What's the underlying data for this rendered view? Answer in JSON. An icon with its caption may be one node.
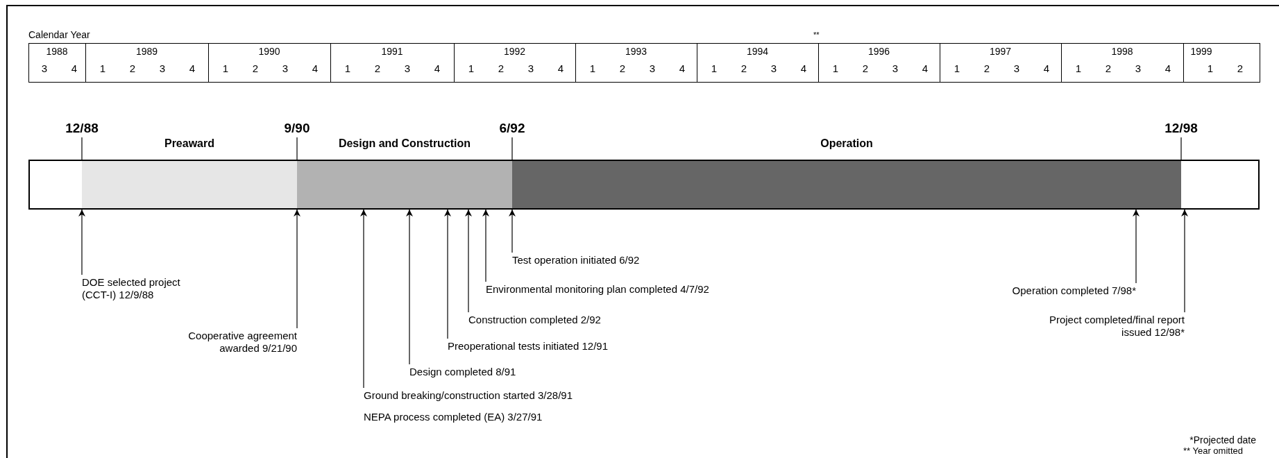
{
  "diagram": {
    "nodes": [
      {
        "text": [],
        "shape": "bar"
      },
      {
        "text": [],
        "shape": "bar",
        "in": 0,
        "beside": [
          "Preaward"
        ]
      },
      {
        "text": [],
        "shape": "bar",
        "in": 0,
        "beside": [
          "Design and Construction"
        ]
      },
      {
        "text": [],
        "shape": "bar",
        "in": 0,
        "beside": [
          "Operation"
        ]
      },
      {
        "text": [
          "DOE selected project (CCT-I) 12/9/88"
        ]
      },
      {
        "text": [
          "Cooperative agreement awarded 9/21/90"
        ]
      },
      {
        "text": [
          "Ground breaking/construction started 3/28/91"
        ]
      },
      {
        "text": [
          "Design completed 8/91"
        ]
      },
      {
        "text": [
          "Preoperational tests initiated 12/91"
        ]
      },
      {
        "text": [
          "Construction completed 2/92"
        ]
      },
      {
        "text": [
          "Environmental monitoring plan completed 4/7/92"
        ]
      },
      {
        "text": [
          "Test operation initiated 6/92"
        ]
      },
      {
        "text": [
          "Operation completed 7/98*"
        ]
      },
      {
        "text": [
          "Project completed/final report issued 12/98*"
        ]
      },
      {
        "text": [
          "12/88"
        ]
      },
      {
        "text": [
          "9/90"
        ]
      },
      {
        "text": [
          "6/92"
        ]
      },
      {
        "text": [
          "12/98"
        ]
      }
    ],
    "edges": [
      {
        "from": 4,
        "to": 1,
        "arrow": "to"
      },
      {
        "from": 5,
        "to": 2,
        "arrow": "to"
      },
      {
        "from": 6,
        "to": 2,
        "arrow": "to"
      },
      {
        "from": 7,
        "to": 2,
        "arrow": "to"
      },
      {
        "from": 8,
        "to": 2,
        "arrow": "to"
      },
      {
        "from": 9,
        "to": 2,
        "arrow": "to"
      },
      {
        "from": 10,
        "to": 2,
        "arrow": "to"
      },
      {
        "from": 11,
        "to": 3,
        "arrow": "to"
      },
      {
        "from": 12,
        "to": 3,
        "arrow": "to"
      },
      {
        "from": 13,
        "to": 3,
        "arrow": "to"
      },
      {
        "from": 14,
        "to": 1,
        "arrow": "none"
      },
      {
        "from": 15,
        "to": 2,
        "arrow": "none"
      },
      {
        "from": 16,
        "to": 3,
        "arrow": "none"
      },
      {
        "from": 17,
        "to": 3,
        "arrow": "none"
      }
    ],
    "labels": [
      "Calendar Year",
      "**",
      "1988",
      "1989",
      "1990",
      "1991",
      "1992",
      "1993",
      "1994",
      "1996",
      "1997",
      "1998",
      "1999",
      "3",
      "4",
      "1",
      "2",
      "3",
      "4",
      "1",
      "2",
      "3",
      "4",
      "1",
      "2",
      "3",
      "4",
      "1",
      "2",
      "3",
      "4",
      "1",
      "2",
      "3",
      "4",
      "1",
      "2",
      "3",
      "4",
      "1",
      "2",
      "3",
      "4",
      "1",
      "2",
      "3",
      "4",
      "1",
      "2",
      "3",
      "4",
      "1",
      "2",
      "NEPA process completed (EA) 3/27/91",
      "*Projected date",
      "** Year omitted"
    ]
  }
}
